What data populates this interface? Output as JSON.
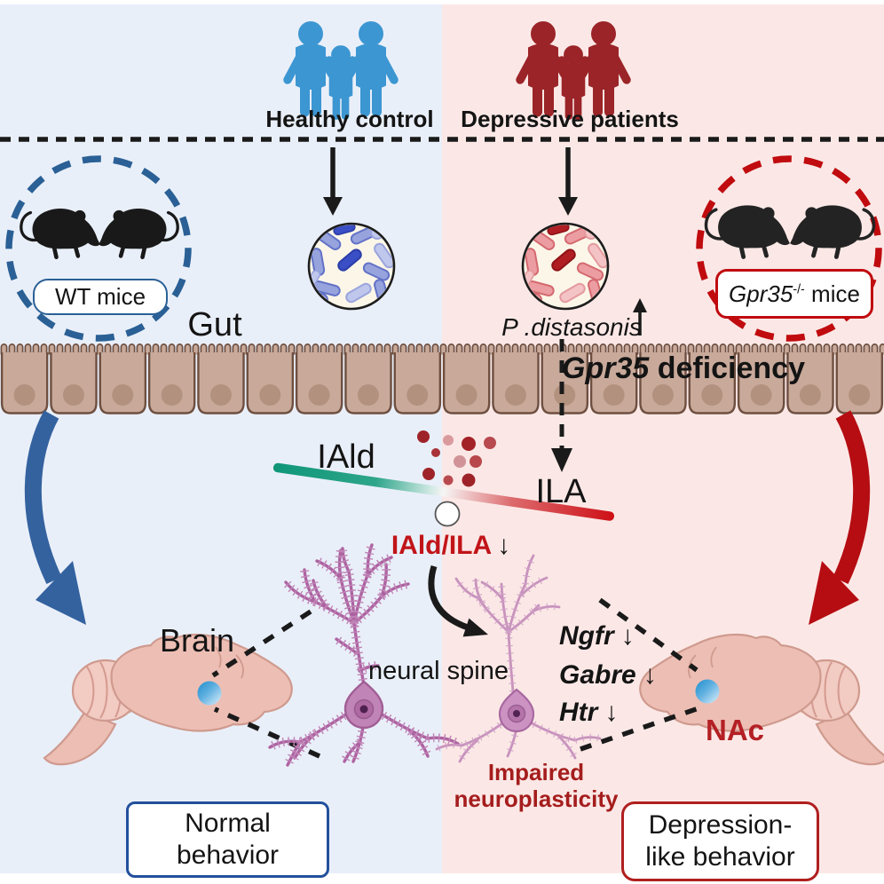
{
  "groups": {
    "healthy": "Healthy control",
    "depressive": "Depressive patients"
  },
  "mice": {
    "wt": "WT mice",
    "ko_gene": "Gpr35",
    "ko_sup": "-/-",
    "ko_rest": " mice"
  },
  "gut": {
    "label": "Gut",
    "bacterium": "P .distasonis",
    "deficiency_gene": "Gpr35",
    "deficiency_rest": " deficiency"
  },
  "balance": {
    "left_metabolite": "IAld",
    "right_metabolite": "ILA",
    "ratio_label": "IAld/ILA",
    "down_arrow": "↓"
  },
  "neuron": {
    "spine_label": "neural spine"
  },
  "genes": [
    {
      "name": "Ngfr",
      "arrow": "↓"
    },
    {
      "name": "Gabre",
      "arrow": "↓"
    },
    {
      "name": "Htr",
      "arrow": "↓"
    }
  ],
  "brain": {
    "label": "Brain",
    "region": "NAc"
  },
  "outcome": {
    "impaired_l1": "Impaired",
    "impaired_l2": "neuroplasticity",
    "normal_l1": "Normal",
    "normal_l2": "behavior",
    "depression_l1": "Depression-",
    "depression_l2": "like behavior"
  },
  "colors": {
    "healthy_accent": "#3c96d2",
    "depressive_accent": "#9b2428",
    "left_bg": "#e9eff9",
    "right_bg": "#fbe8e6",
    "gut_cell": "#c8a99a",
    "balance_green": "#0e9678",
    "balance_red": "#cd1016",
    "neuron_purple": "#b16ba6",
    "brain_pink": "#edbeb4",
    "danger_text": "#b01f24",
    "link_blue": "#2a6095"
  }
}
